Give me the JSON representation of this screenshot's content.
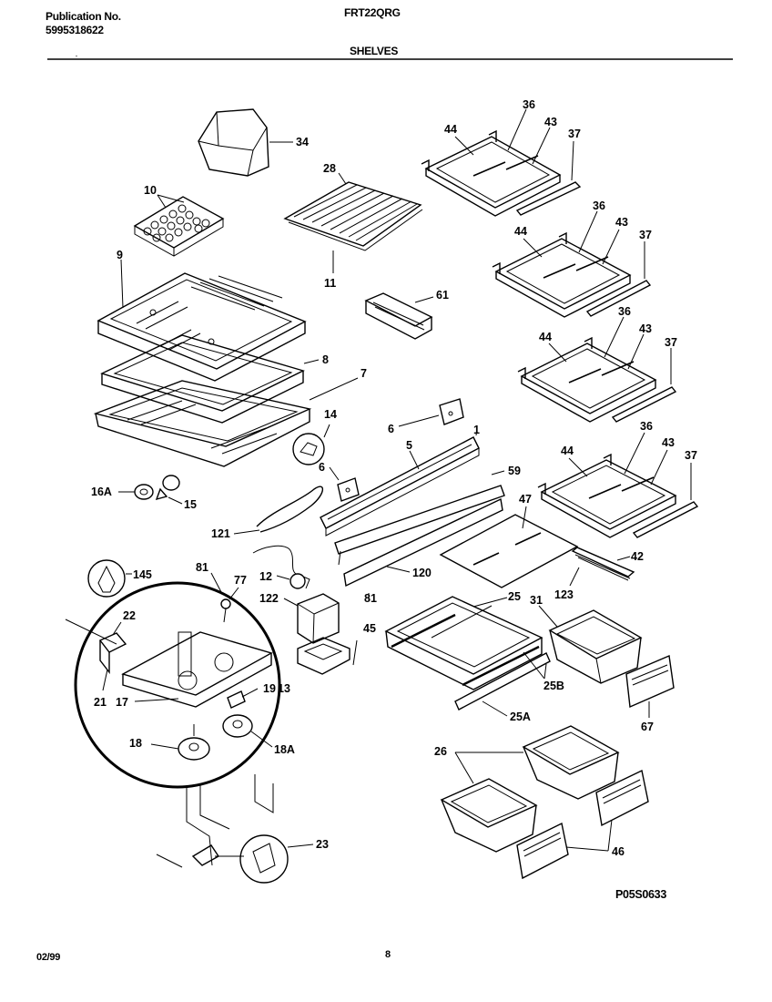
{
  "header": {
    "publication_label": "Publication No.",
    "publication_number": "5995318622",
    "model": "FRT22QRG",
    "section_title": "SHELVES"
  },
  "callouts": {
    "c34": "34",
    "c28": "28",
    "c10": "10",
    "c11": "11",
    "c9": "9",
    "c8": "8",
    "c7": "7",
    "c14": "14",
    "c6a": "6",
    "c6b": "6",
    "c5": "5",
    "c1": "1",
    "c59": "59",
    "c16A": "16A",
    "c15": "15",
    "c121": "121",
    "c120": "120",
    "c61": "61",
    "c44a": "44",
    "c36a": "36",
    "c43a": "43",
    "c37a": "37",
    "c44b": "44",
    "c36b": "36",
    "c43b": "43",
    "c37b": "37",
    "c44c": "44",
    "c36c": "36",
    "c43c": "43",
    "c37c": "37",
    "c44d": "44",
    "c36d": "36",
    "c43d": "43",
    "c37d": "37",
    "c47": "47",
    "c42": "42",
    "c123": "123",
    "c25": "25",
    "c31": "31",
    "c25B": "25B",
    "c25A": "25A",
    "c67": "67",
    "c26": "26",
    "c46": "46",
    "c81a": "81",
    "c81b": "81",
    "c145": "145",
    "c77": "77",
    "c12": "12",
    "c122": "122",
    "c45": "45",
    "c22": "22",
    "c21": "21",
    "c17": "17",
    "c19": "19",
    "c13": "13",
    "c18": "18",
    "c18A": "18A",
    "c23": "23"
  },
  "footer": {
    "figure_code": "P05S0633",
    "date": "02/99",
    "page": "8"
  }
}
